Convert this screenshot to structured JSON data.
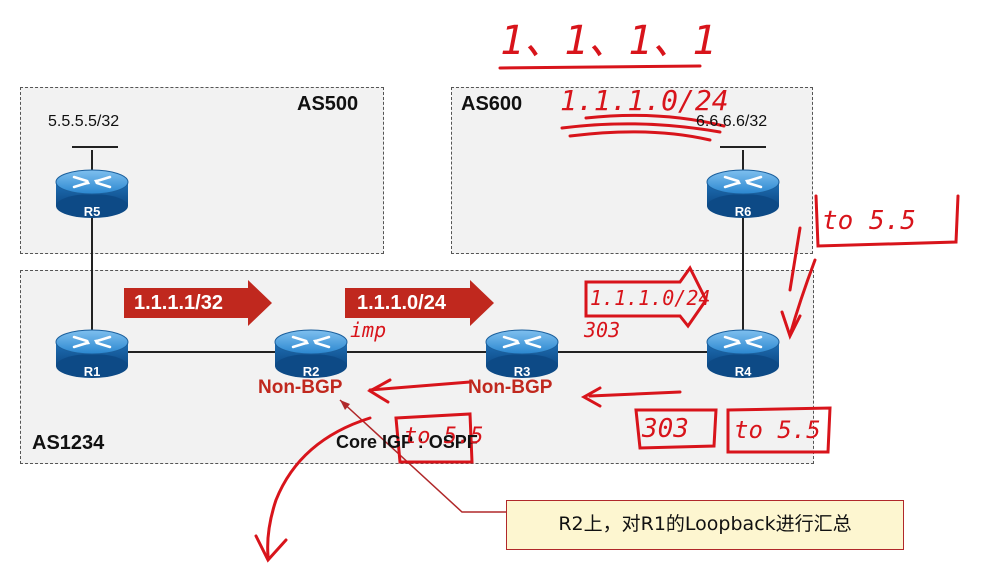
{
  "as500": {
    "label": "AS500",
    "prefix": "5.5.5.5/32"
  },
  "as600": {
    "label": "AS600",
    "prefix": "6.6.6.6/32"
  },
  "as1234": {
    "label": "AS1234",
    "core_igp": "Core IGP : OSPF"
  },
  "routers": {
    "r1": "R1",
    "r2": "R2",
    "r3": "R3",
    "r4": "R4",
    "r5": "R5",
    "r6": "R6"
  },
  "non_bgp": {
    "r2": "Non-BGP",
    "r3": "Non-BGP"
  },
  "arrows": {
    "first": "1.1.1.1/32",
    "second": "1.1.1.0/24"
  },
  "callout": "R2上，对R1的Loopback进行汇总",
  "handwriting": {
    "top": "1、1、1、1",
    "as600_note": "1.1.1.0/24",
    "imp": "imp",
    "near_r4_box": "1.1.1.0/24",
    "near_r4_num": "303",
    "right_top": "to 5.5",
    "bottom_right_num": "303",
    "bottom_right_to": "to 5.5",
    "mid_box": "to 5.5"
  },
  "colors": {
    "arrow_fill": "#c0281e",
    "router_blue": "#1f6fb5",
    "pen_red": "#d8141b"
  }
}
